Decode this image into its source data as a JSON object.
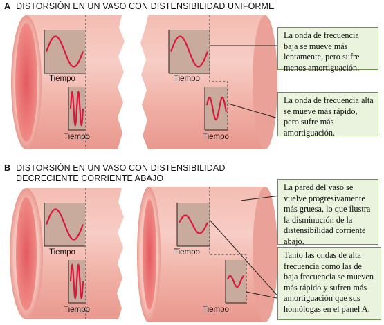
{
  "panel_a": {
    "letter": "A",
    "title": "DISTORSIÓN EN UN VASO CON DISTENSIBILIDAD UNIFORME",
    "callout_low": "La onda de frecuencia baja se mueve más lentamente, pero sufre menos amortiguación.",
    "callout_high": "La onda de frecuencia alta se mueve más rápido, pero sufre más amortiguación.",
    "time_label": "Tiempo"
  },
  "panel_b": {
    "letter": "B",
    "title_line1": "DISTORSIÓN EN UN VASO CON DISTENSIBILIDAD",
    "title_line2": "DECRECIENTE CORRIENTE ABAJO",
    "callout_wall": "La pared del vaso se vuelve progresivamente más gruesa, lo que ilustra la disminución de la distensibilidad corriente abajo.",
    "callout_waves": "Tanto las ondas de alta frecuencia como las de baja frecuencia se mueven más rápido y sufren más amortiguación que sus homólogas en el panel A.",
    "time_label": "Tiempo"
  },
  "colors": {
    "vessel": "#f2b4aa",
    "vessel_highlight": "#f8d2cb",
    "lumen": "#e76a6a",
    "graph_box": "#c9ab9d",
    "wave": "#d7193c",
    "callout_bg": "#eaf3dd",
    "callout_border": "#6f8c55"
  }
}
